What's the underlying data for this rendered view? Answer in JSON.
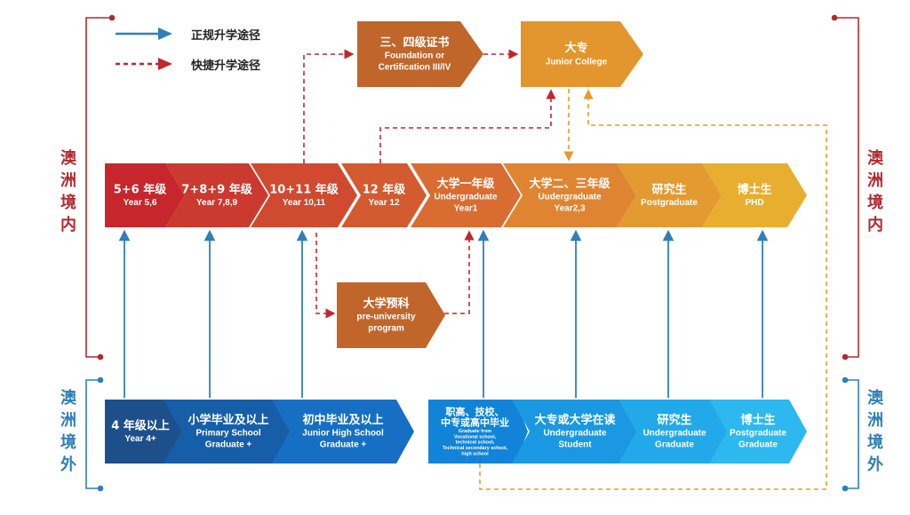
{
  "legend": {
    "solid_label": "正规升学途径",
    "dashed_label": "快捷升学途径"
  },
  "side_labels": {
    "domestic": [
      "澳",
      "洲",
      "境",
      "内"
    ],
    "overseas": [
      "澳",
      "洲",
      "境",
      "外"
    ]
  },
  "colors": {
    "red_bracket": "#b22a2f",
    "blue_bracket": "#2f7fb8",
    "solid_arrow": "#2f7fb8",
    "dashed_red": "#c0272d",
    "dashed_orange": "#e69a2b"
  },
  "top_boxes": [
    {
      "zh": "三、四级证书",
      "en": [
        "Foundation or",
        "Certification III/IV"
      ],
      "color": "#c0662b"
    },
    {
      "zh": "大专",
      "en": [
        "Junior College"
      ],
      "color": "#e2962d"
    }
  ],
  "prep_box": {
    "zh": "大学预科",
    "en": [
      "pre-university",
      "program"
    ],
    "color": "#c0662b"
  },
  "domestic_row": [
    {
      "zh": "5+6 年级",
      "en": [
        "Year 5,6"
      ],
      "color": "#c6262c"
    },
    {
      "zh": "7+8+9 年级",
      "en": [
        "Year 7,8,9"
      ],
      "color": "#cb3a2e"
    },
    {
      "zh": "10+11 年级",
      "en": [
        "Year 10,11"
      ],
      "color": "#d04a2f"
    },
    {
      "zh": "12 年级",
      "en": [
        "Year 12"
      ],
      "color": "#d45a30"
    },
    {
      "zh": "大学一年级",
      "en": [
        "Undergraduate",
        "Year1"
      ],
      "color": "#d96d31"
    },
    {
      "zh": "大学二、三年级",
      "en": [
        "Uudergraduate",
        "Year2,3"
      ],
      "color": "#df8532"
    },
    {
      "zh": "研究生",
      "en": [
        "Postgraduate"
      ],
      "color": "#e39a30"
    },
    {
      "zh": "博士生",
      "en": [
        "PHD"
      ],
      "color": "#e8ae2f"
    }
  ],
  "overseas_row": [
    {
      "zh": "4 年级以上",
      "en": [
        "Year 4+"
      ],
      "color": "#1d4f8a"
    },
    {
      "zh": "小学毕业及以上",
      "en": [
        "Primary School",
        "Graduate +"
      ],
      "color": "#175ea8"
    },
    {
      "zh": "初中毕业及以上",
      "en": [
        "Junior High School",
        "Graduate +"
      ],
      "color": "#176fc4"
    },
    {
      "zh": "职高、技校、",
      "zh2": "中专或高中毕业",
      "en": [
        "Graduate from",
        "Vocational school,",
        "technical school,",
        "Technical secondary school,",
        "high school"
      ],
      "color": "#1184d8"
    },
    {
      "zh": "大专或大学在读",
      "en": [
        "Undergraduate",
        "Student"
      ],
      "color": "#1a98e2"
    },
    {
      "zh": "研究生",
      "en": [
        "Undergraduate",
        "Graduate"
      ],
      "color": "#22a9ea"
    },
    {
      "zh": "博士生",
      "en": [
        "Postgraduate",
        "Graduate"
      ],
      "color": "#2db8ef"
    }
  ]
}
